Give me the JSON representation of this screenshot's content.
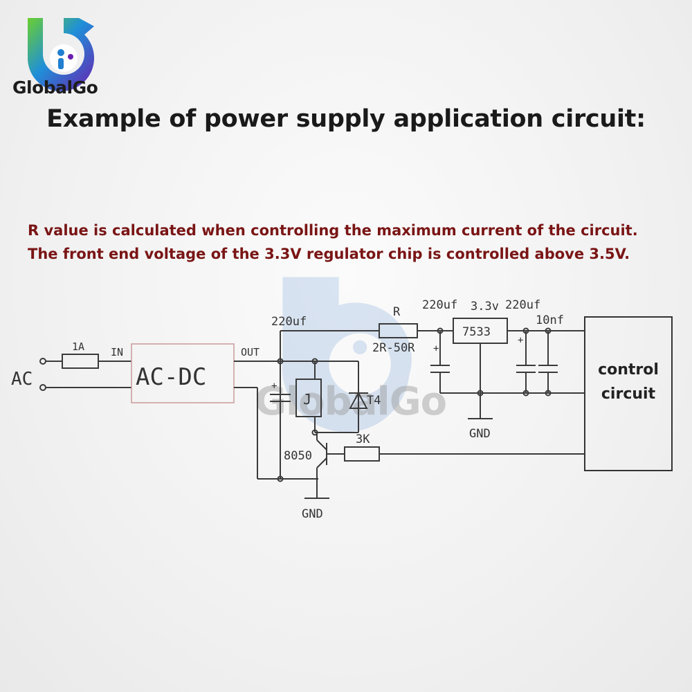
{
  "brand": {
    "name": "GlobalGo",
    "colors": {
      "green": "#5cbf2a",
      "blue": "#1f7fd0",
      "purple": "#6a1fb0"
    }
  },
  "header": {
    "title": "Example of power supply application circuit:"
  },
  "note": {
    "text": "R value is calculated when controlling the maximum current of the circuit. The front end voltage of the 3.3V regulator chip is controlled above 3.5V.",
    "color": "#7a1515"
  },
  "schematic": {
    "ac_label": "AC",
    "fuse_label": "1A",
    "in_label": "IN",
    "converter_label": "AC-DC",
    "out_label": "OUT",
    "cap1_label": "220uf",
    "relay_label": "J",
    "diode_label": "T4",
    "transistor_label": "8050",
    "resistor_3k_label": "3K",
    "gnd_bottom": "GND",
    "resistor_r_label": "R",
    "resistor_r_range": "2R-50R",
    "cap2_label": "220uf",
    "vreg_voltage": "3.3v",
    "vreg_label": "7533",
    "cap3_label": "220uf",
    "cap4_label": "10nf",
    "gnd_right": "GND",
    "plus_sign": "+",
    "control_line1": "control",
    "control_line2": "circuit"
  }
}
